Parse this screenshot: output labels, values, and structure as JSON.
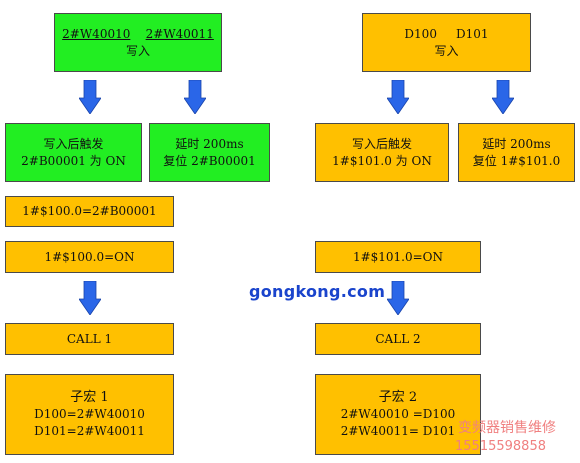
{
  "left": {
    "top_box": {
      "line1_a": "2#W40010",
      "line1_b": "2#W40011",
      "line2": "写入"
    },
    "trigger_box": {
      "line1": "写入后触发",
      "line2": "2#B00001 为 ON"
    },
    "delay_box": {
      "line1": "延时 200ms",
      "line2": "复位 2#B00001"
    },
    "assign_box": {
      "text": "1#$100.0=2#B00001"
    },
    "cond_box": {
      "text": "1#$100.0=ON"
    },
    "call_box": {
      "text": "CALL 1"
    },
    "macro_box": {
      "line1": "子宏 1",
      "line2": "D100=2#W40010",
      "line3": "D101=2#W40011"
    }
  },
  "right": {
    "top_box": {
      "line1_a": "D100",
      "line1_b": "D101",
      "line2": "写入"
    },
    "trigger_box": {
      "line1": "写入后触发",
      "line2": "1#$101.0 为 ON"
    },
    "delay_box": {
      "line1": "延时 200ms",
      "line2": "复位 1#$101.0"
    },
    "cond_box": {
      "text": "1#$101.0=ON"
    },
    "call_box": {
      "text": "CALL 2"
    },
    "macro_box": {
      "line1": "子宏 2",
      "line2": "2#W40010 =D100",
      "line3": "2#W40011= D101"
    }
  },
  "watermark": {
    "site": "gongkong.com",
    "shop": "变频器销售维修",
    "phone": "15515598858"
  },
  "colors": {
    "green": "#22ee22",
    "orange": "#ffc000",
    "arrow": "#2a66e8",
    "border": "#4a4a4a"
  }
}
